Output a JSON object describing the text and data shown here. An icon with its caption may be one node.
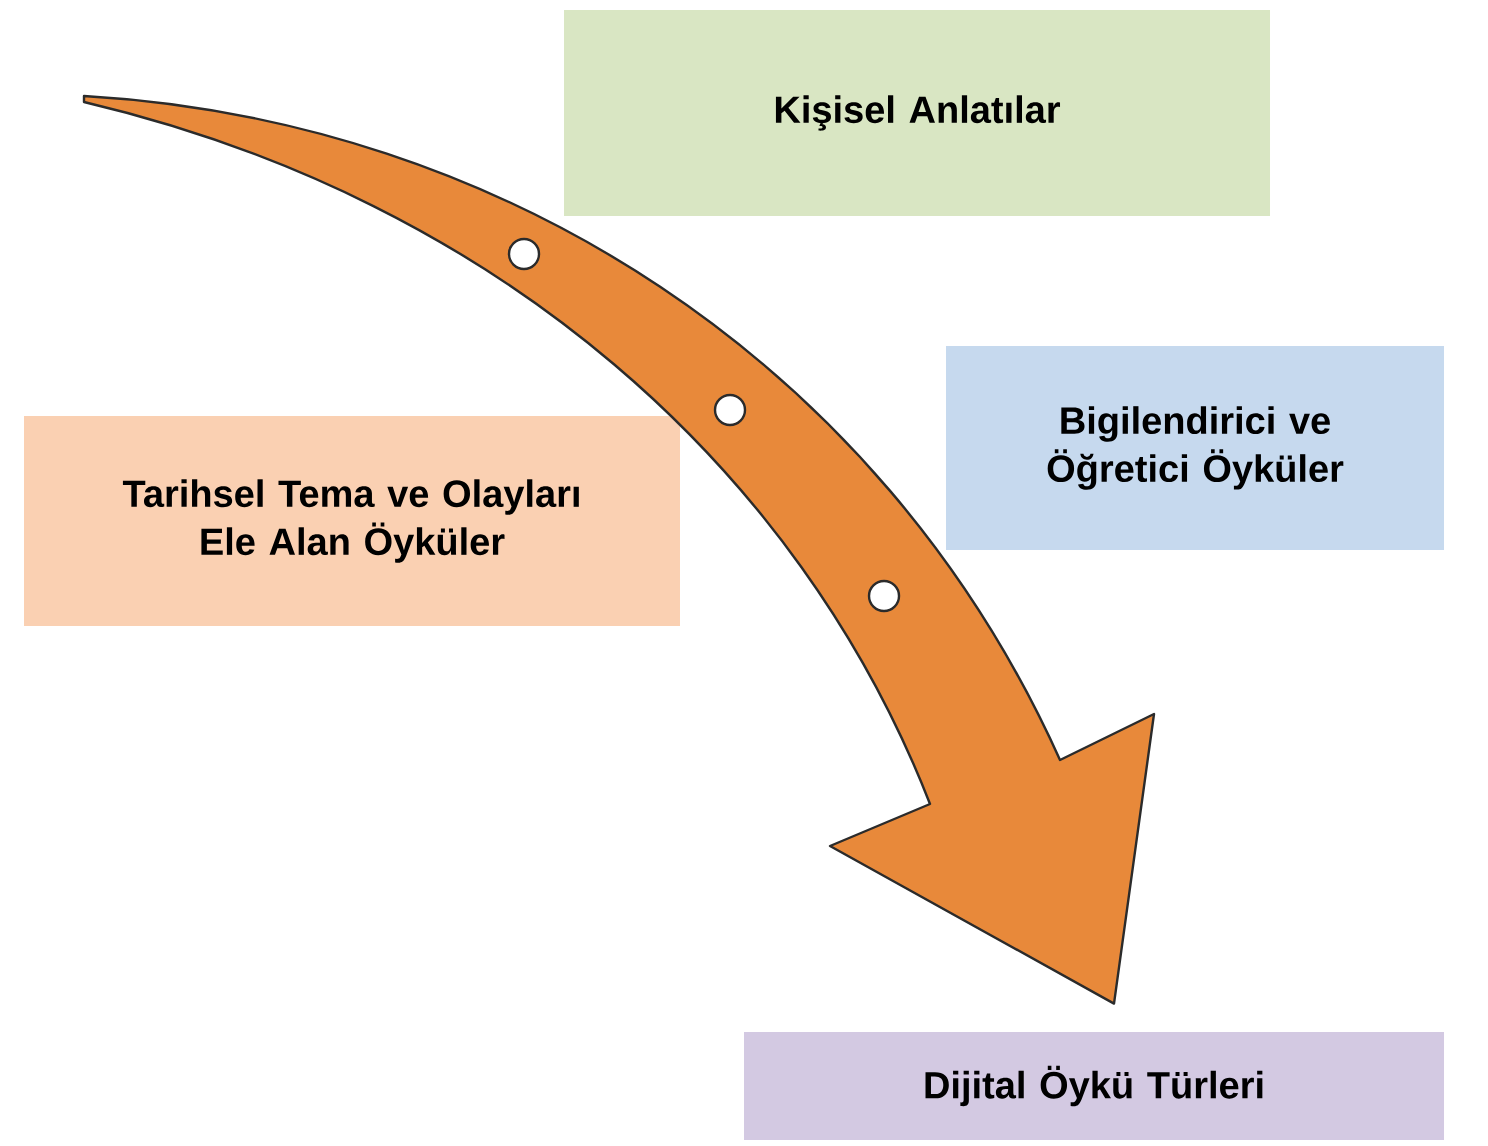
{
  "diagram": {
    "nodes": [
      {
        "text": [
          "Kişisel Anlatılar"
        ]
      },
      {
        "text": [
          "Bigilendirici ve Öğretici Öyküler"
        ]
      },
      {
        "text": [
          "Tarihsel Tema ve Olayları Ele Alan Öyküler"
        ]
      },
      {
        "text": [
          "Dijital Öykü Türleri"
        ]
      }
    ],
    "edges": [
      {
        "from": null,
        "to": 3,
        "arrow": "to"
      }
    ]
  }
}
